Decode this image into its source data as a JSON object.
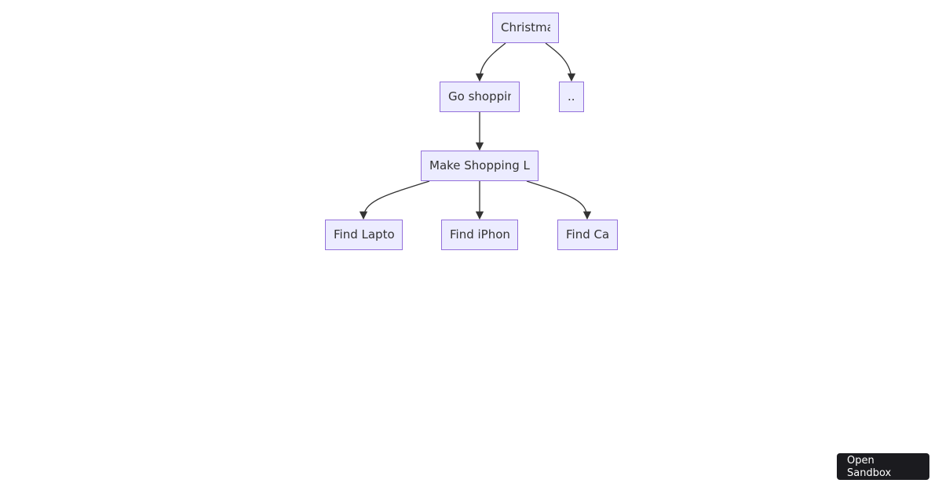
{
  "diagram": {
    "nodes": [
      {
        "id": "christmas",
        "label": "Christmas"
      },
      {
        "id": "go-shopping",
        "label": "Go shopping"
      },
      {
        "id": "ellipsis",
        "label": ".."
      },
      {
        "id": "make-list",
        "label": "Make Shopping List"
      },
      {
        "id": "find-laptop",
        "label": "Find Laptop"
      },
      {
        "id": "find-iphone",
        "label": "Find iPhone"
      },
      {
        "id": "find-car",
        "label": "Find Car"
      }
    ],
    "edges": [
      {
        "from": "christmas",
        "to": "go-shopping"
      },
      {
        "from": "christmas",
        "to": "ellipsis"
      },
      {
        "from": "go-shopping",
        "to": "make-list"
      },
      {
        "from": "make-list",
        "to": "find-laptop"
      },
      {
        "from": "make-list",
        "to": "find-iphone"
      },
      {
        "from": "make-list",
        "to": "find-car"
      }
    ]
  },
  "sandbox_button": {
    "label": "Open Sandbox"
  }
}
